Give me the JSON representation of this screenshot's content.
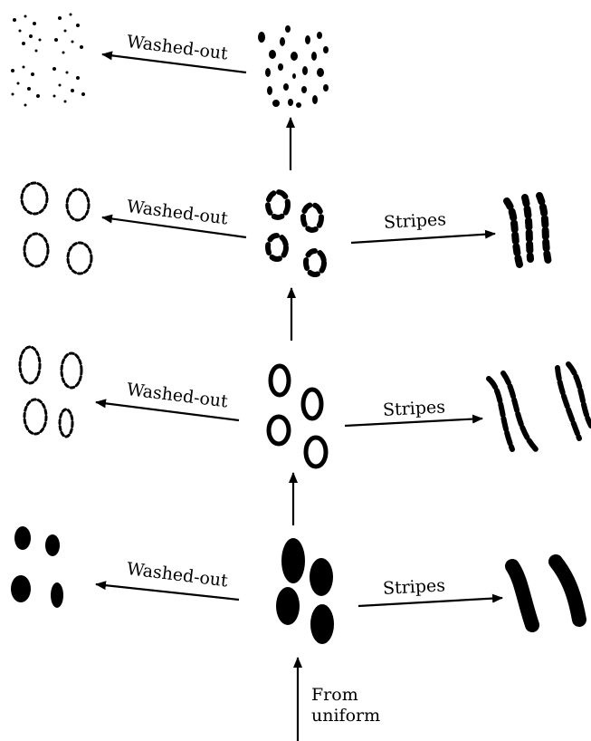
{
  "labels": {
    "washed_out": "Washed-out",
    "stripes": "Stripes",
    "from_line1": "From",
    "from_line2": "uniform"
  },
  "colors": {
    "ink": "#000000",
    "background": "#ffffff"
  }
}
